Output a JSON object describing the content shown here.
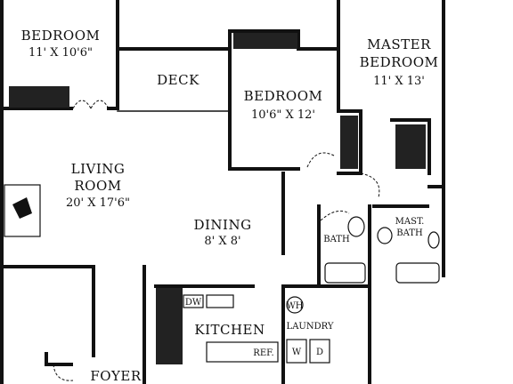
{
  "rooms": {
    "bedroom1": {
      "name": "BEDROOM",
      "dims": "11' X 10'6\""
    },
    "deck": {
      "name": "DECK"
    },
    "bedroom2": {
      "name": "BEDROOM",
      "dims": "10'6\" X 12'"
    },
    "master_bedroom": {
      "name_line1": "MASTER",
      "name_line2": "BEDROOM",
      "dims": "11' X 13'"
    },
    "living_room": {
      "name_line1": "LIVING",
      "name_line2": "ROOM",
      "dims": "20' X 17'6\""
    },
    "dining": {
      "name": "DINING",
      "dims": "8' X 8'"
    },
    "bath": {
      "name": "BATH"
    },
    "master_bath": {
      "name_line1": "MAST.",
      "name_line2": "BATH"
    },
    "kitchen": {
      "name": "KITCHEN"
    },
    "laundry": {
      "name": "LAUNDRY"
    },
    "foyer": {
      "name": "FOYER"
    }
  },
  "appliances": {
    "dishwasher": "DW",
    "water_heater": "WH",
    "washer": "W",
    "dryer": "D",
    "refrigerator": "REF."
  }
}
